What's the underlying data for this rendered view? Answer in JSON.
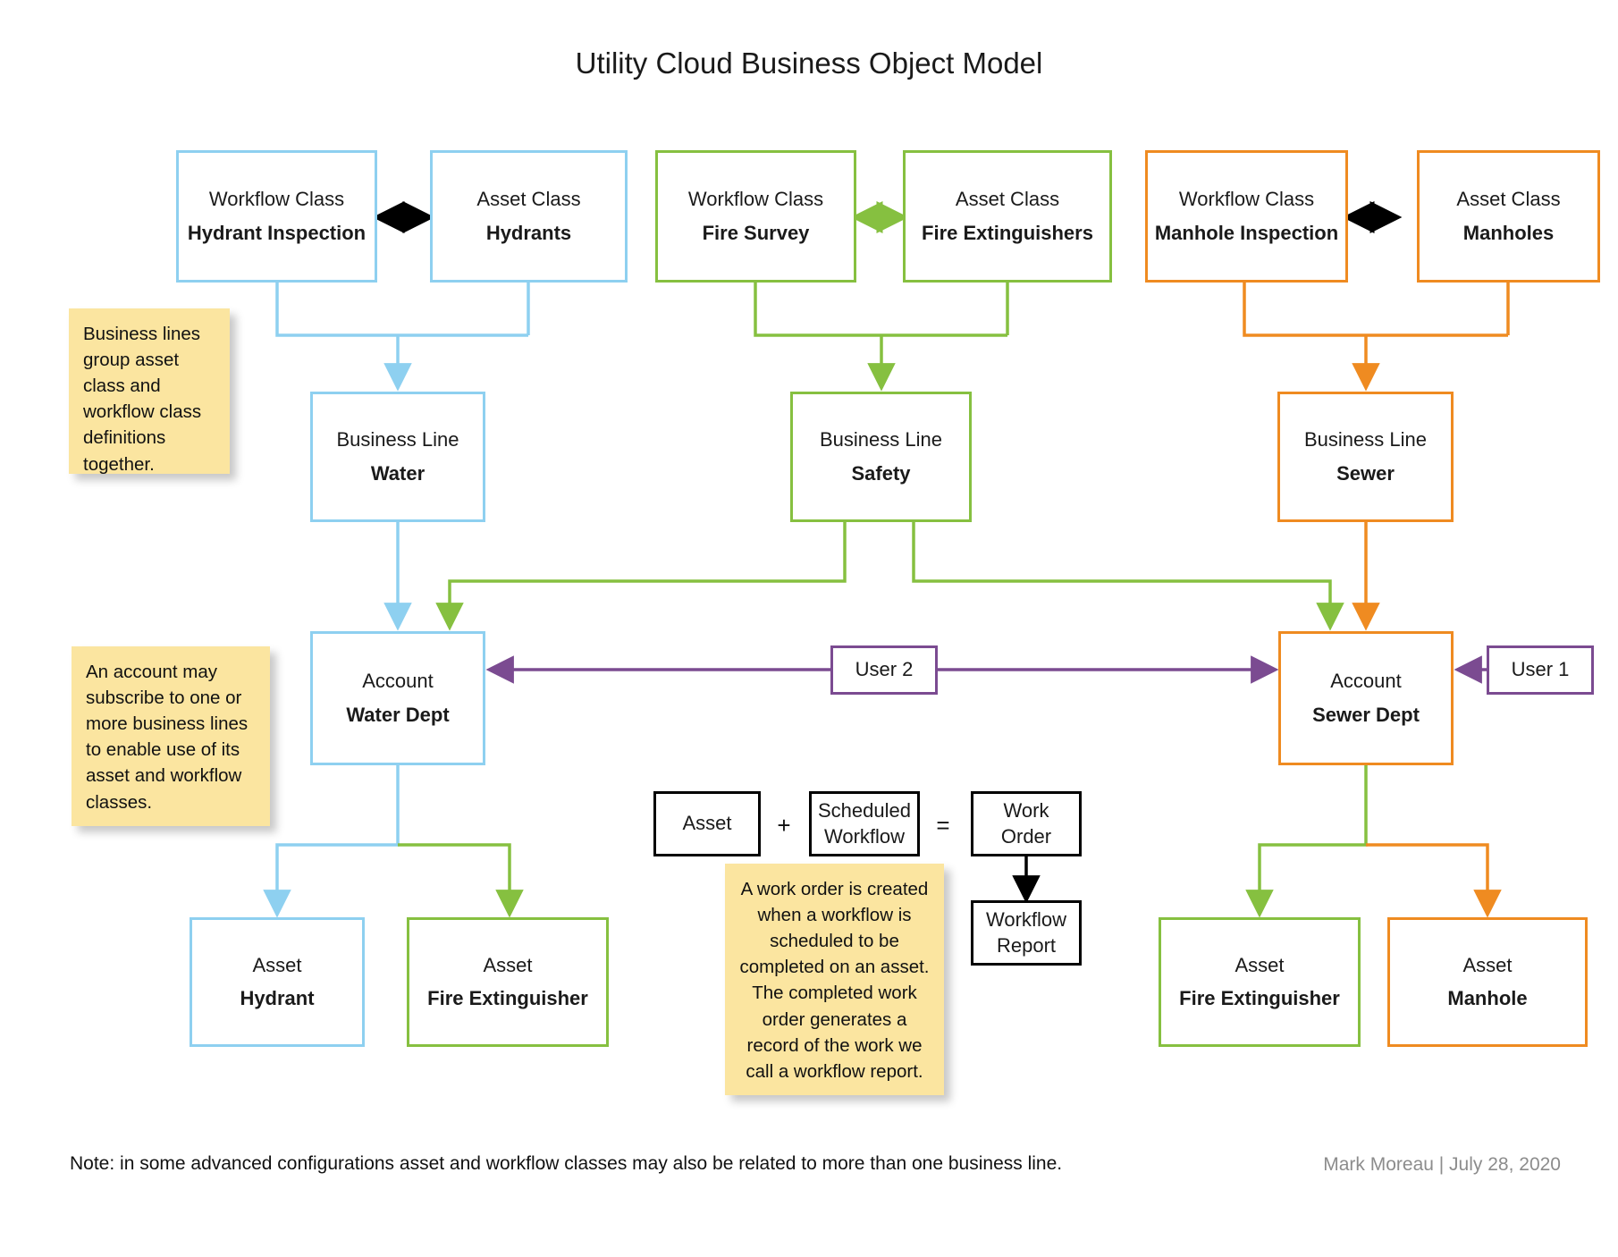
{
  "title": "Utility Cloud Business Object Model",
  "colors": {
    "water_blue": "#8ed0f0",
    "safety_green": "#86c040",
    "sewer_orange": "#ef8b21",
    "user_purple": "#7b4b91",
    "note_yellow": "#fbe5a0",
    "black": "#000000"
  },
  "nodes": {
    "wf_hydrant": {
      "kind": "Workflow Class",
      "name": "Hydrant Inspection",
      "color": "water_blue"
    },
    "asset_hydrants": {
      "kind": "Asset Class",
      "name": "Hydrants",
      "color": "water_blue"
    },
    "wf_fire": {
      "kind": "Workflow Class",
      "name": "Fire Survey",
      "color": "safety_green"
    },
    "asset_fire": {
      "kind": "Asset Class",
      "name": "Fire Extinguishers",
      "color": "safety_green"
    },
    "wf_manhole": {
      "kind": "Workflow Class",
      "name": "Manhole Inspection",
      "color": "sewer_orange"
    },
    "asset_manholes": {
      "kind": "Asset Class",
      "name": "Manholes",
      "color": "sewer_orange"
    },
    "bl_water": {
      "kind": "Business Line",
      "name": "Water",
      "color": "water_blue"
    },
    "bl_safety": {
      "kind": "Business Line",
      "name": "Safety",
      "color": "safety_green"
    },
    "bl_sewer": {
      "kind": "Business Line",
      "name": "Sewer",
      "color": "sewer_orange"
    },
    "acct_water": {
      "kind": "Account",
      "name": "Water Dept",
      "color": "water_blue"
    },
    "acct_sewer": {
      "kind": "Account",
      "name": "Sewer Dept",
      "color": "sewer_orange"
    },
    "user2": {
      "label": "User 2",
      "color": "user_purple"
    },
    "user1": {
      "label": "User 1",
      "color": "user_purple"
    },
    "a_hydrant": {
      "kind": "Asset",
      "name": "Hydrant",
      "color": "water_blue"
    },
    "a_fire_left": {
      "kind": "Asset",
      "name": "Fire Extinguisher",
      "color": "safety_green"
    },
    "a_fire_right": {
      "kind": "Asset",
      "name": "Fire Extinguisher",
      "color": "safety_green"
    },
    "a_manhole": {
      "kind": "Asset",
      "name": "Manhole",
      "color": "sewer_orange"
    }
  },
  "equation": {
    "asset": "Asset",
    "plus": "+",
    "scheduled_workflow": "Scheduled\nWorkflow",
    "scheduled_workflow_line1": "Scheduled",
    "scheduled_workflow_line2": "Workflow",
    "equals": "=",
    "work_order_line1": "Work",
    "work_order_line2": "Order",
    "workflow_report_line1": "Workflow",
    "workflow_report_line2": "Report"
  },
  "notes": {
    "business_lines": "Business lines group asset class and workflow class definitions together.",
    "account": "An account may subscribe to one or more business lines to enable use of its asset and workflow classes.",
    "work_order": "A work order is created when a workflow is scheduled to be completed on an asset. The completed work order generates a record of the work we call a workflow report."
  },
  "footer": {
    "note": "Note: in some advanced configurations asset and workflow classes may also be related to more than one business line.",
    "credit": "Mark Moreau | July 28, 2020"
  }
}
